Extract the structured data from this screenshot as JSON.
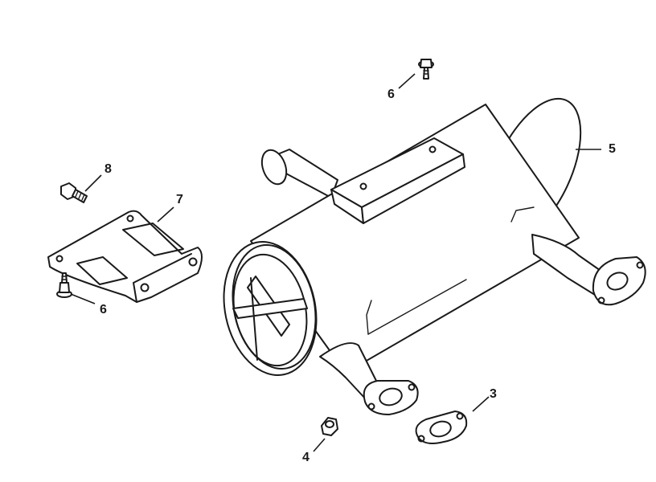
{
  "callouts": {
    "c3": "3",
    "c4": "4",
    "c5": "5",
    "c6_top": "6",
    "c6_left": "6",
    "c7": "7",
    "c8": "8"
  },
  "colors": {
    "line": "#1a1a1a",
    "background": "#ffffff"
  }
}
